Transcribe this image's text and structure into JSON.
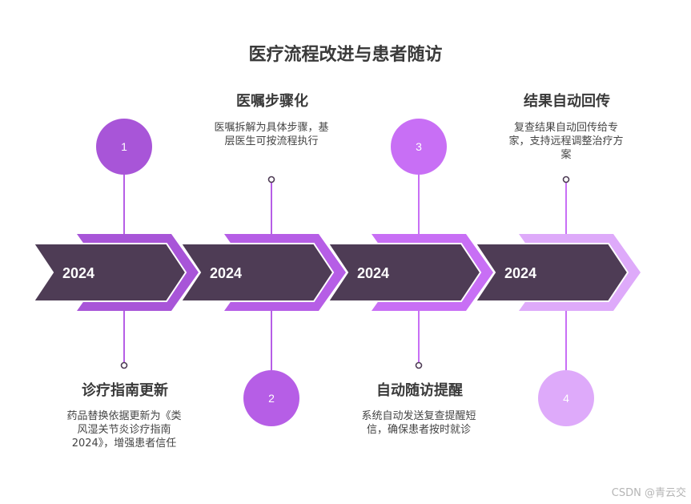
{
  "title": "医疗流程改进与患者随访",
  "steps": [
    {
      "number": "1",
      "year": "2024",
      "title": "诊疗指南更新",
      "description": "药品替换依据更新为《类风湿关节炎诊疗指南 2024》，增强患者信任",
      "color": "#a855d8",
      "position": "below"
    },
    {
      "number": "2",
      "year": "2024",
      "title": "医嘱步骤化",
      "description": "医嘱拆解为具体步骤，基层医生可按流程执行",
      "color": "#b65ee6",
      "position": "above"
    },
    {
      "number": "3",
      "year": "2024",
      "title": "自动随访提醒",
      "description": "系统自动发送复查提醒短信，确保患者按时就诊",
      "color": "#c86ff5",
      "position": "below"
    },
    {
      "number": "4",
      "year": "2024",
      "title": "结果自动回传",
      "description": "复查结果自动回传给专家，支持远程调整治疗方案",
      "color": "#deaafa",
      "position": "above"
    }
  ],
  "colors": {
    "chevron_fill": "#4e3c55",
    "title_text": "#3a3a3a",
    "description_text": "#444444"
  },
  "watermark": "CSDN @青云交"
}
